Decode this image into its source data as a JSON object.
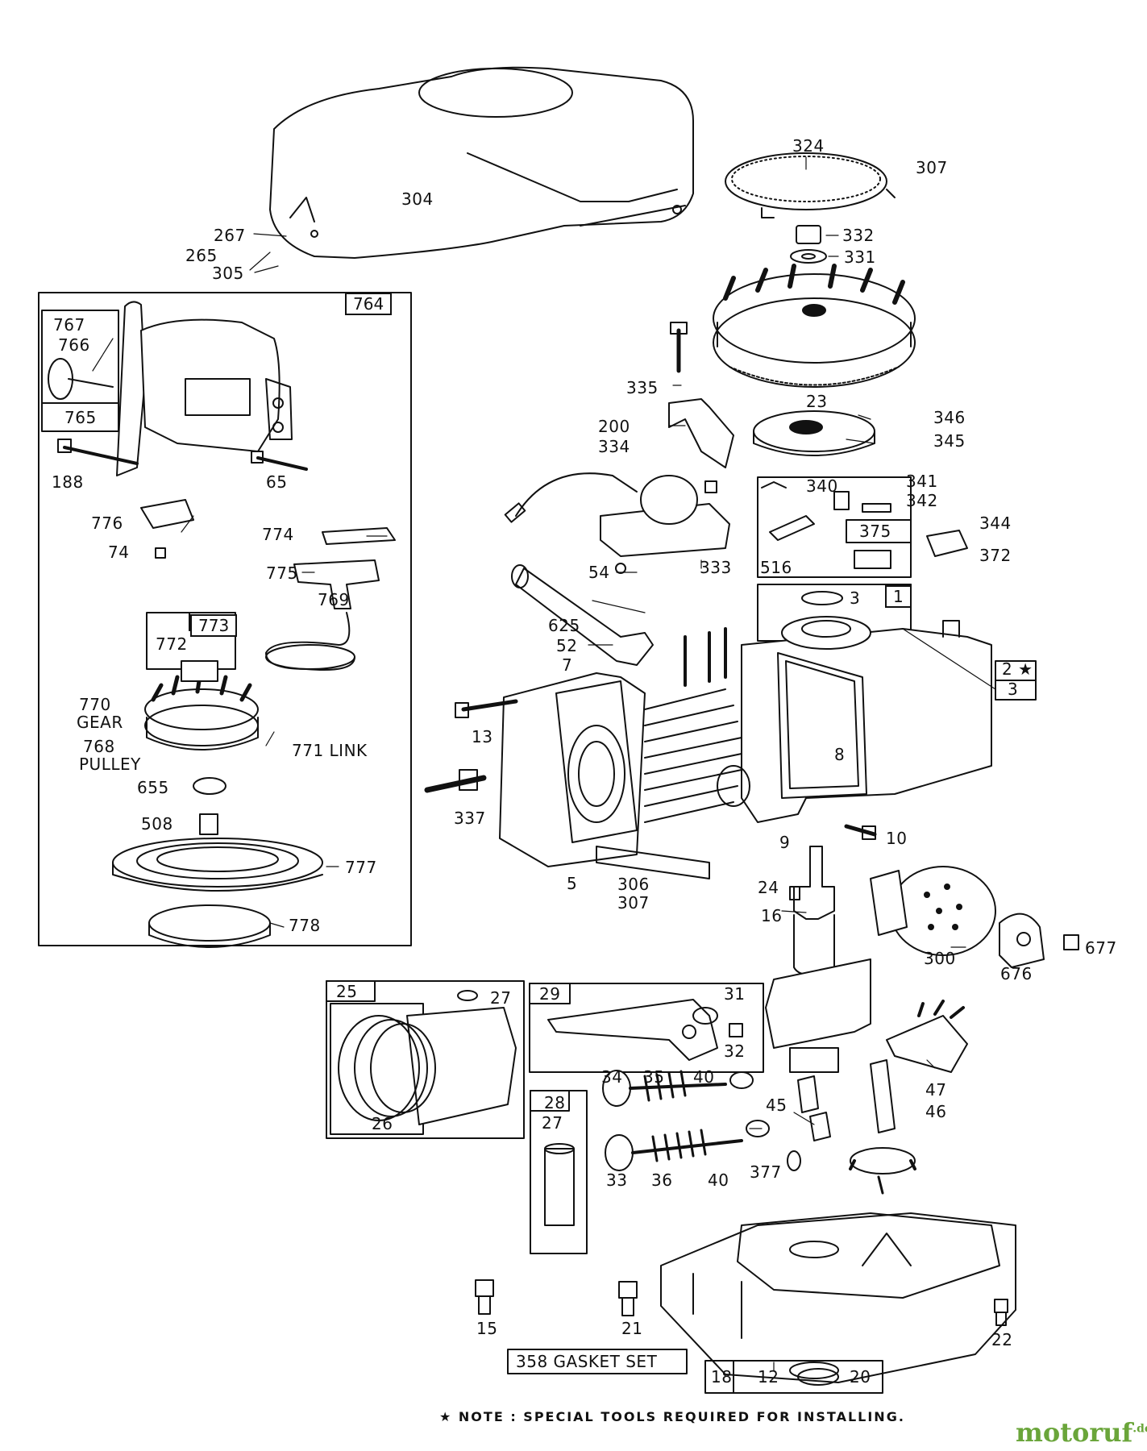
{
  "diagram": {
    "part_labels": {
      "p304": "304",
      "p267": "267",
      "p265": "265",
      "p305": "305",
      "p324": "324",
      "p307a": "307",
      "p332": "332",
      "p331": "331",
      "p764": "764",
      "p767": "767",
      "p766": "766",
      "p765": "765",
      "p188": "188",
      "p65": "65",
      "p776": "776",
      "p74": "74",
      "p774": "774",
      "p775": "775",
      "p773": "773",
      "p772": "772",
      "p769": "769",
      "p770": "770",
      "p770_sub": "GEAR",
      "p768": "768",
      "p768_sub": "PULLEY",
      "p771": "771 LINK",
      "p655": "655",
      "p508": "508",
      "p777": "777",
      "p778": "778",
      "p335": "335",
      "p23": "23",
      "p200": "200",
      "p334": "334",
      "p346": "346",
      "p345": "345",
      "p340": "340",
      "p341": "341",
      "p342": "342",
      "p375": "375",
      "p344": "344",
      "p372": "372",
      "p516": "516",
      "p333": "333",
      "p54": "54",
      "p625": "625",
      "p52": "52",
      "p7": "7",
      "p1": "1",
      "p3a": "3",
      "p2": "2 ★",
      "p3b": "3",
      "p13": "13",
      "p8": "8",
      "p337": "337",
      "p9": "9",
      "p10": "10",
      "p5": "5",
      "p306": "306",
      "p307b": "307",
      "p24": "24",
      "p16": "16",
      "p300": "300",
      "p676": "676",
      "p677": "677",
      "p25": "25",
      "p27a": "27",
      "p26": "26",
      "p29": "29",
      "p31": "31",
      "p32": "32",
      "p28": "28",
      "p27b": "27",
      "p34": "34",
      "p35": "35",
      "p40a": "40",
      "p45": "45",
      "p47": "47",
      "p46": "46",
      "p33": "33",
      "p36": "36",
      "p40b": "40",
      "p377": "377",
      "p15": "15",
      "p21": "21",
      "p22": "22",
      "p358": "358 GASKET SET",
      "p18": "18",
      "p12": "12",
      "p20": "20"
    },
    "footer_note": "★ NOTE : SPECIAL TOOLS REQUIRED FOR INSTALLING.",
    "watermark": "motoruf",
    "watermark_suffix": ".de"
  }
}
